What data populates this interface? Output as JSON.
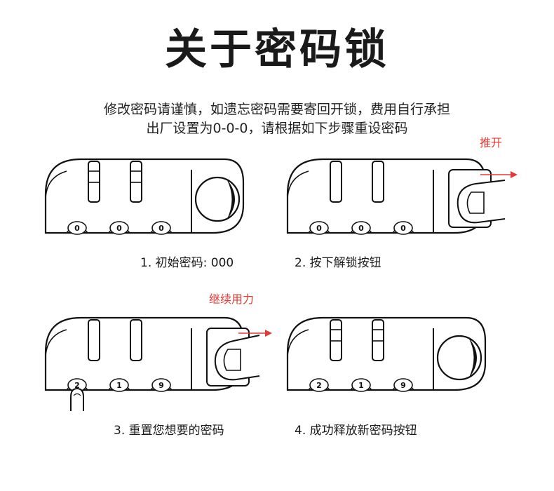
{
  "title": "关于密码锁",
  "intro": {
    "line1": "修改密码请谨慎，如遗忘密码需要寄回开锁，费用自行承担",
    "line2": "出厂设置为0-0-0，请根据如下步骤重设密码"
  },
  "steps": [
    {
      "caption": "1. 初始密码: 000",
      "digits": [
        "0",
        "0",
        "0"
      ]
    },
    {
      "caption": "2. 按下解锁按钮",
      "digits": [
        "0",
        "0",
        "0"
      ],
      "note": "推开"
    },
    {
      "caption": "3. 重置您想要的密码",
      "digits": [
        "2",
        "1",
        "9"
      ],
      "note": "继续用力"
    },
    {
      "caption": "4. 成功释放新密码按钮",
      "digits": [
        "2",
        "1",
        "9"
      ]
    }
  ],
  "colors": {
    "accent": "#e53935",
    "ink": "#111111"
  }
}
